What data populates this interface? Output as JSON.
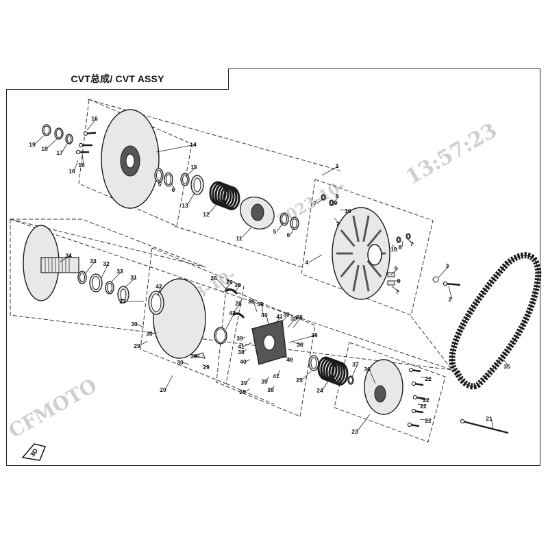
{
  "title": "CVT总成/ CVT ASSY",
  "watermark": {
    "time": "13:57:23",
    "date": "2023-10-",
    "date_right": "2023-10-",
    "brand": "CFMOTO"
  },
  "badge": "3D",
  "callouts": [
    "1",
    "2",
    "3",
    "4",
    "5",
    "5",
    "6",
    "6",
    "7",
    "7",
    "7",
    "7",
    "8",
    "8",
    "8",
    "9",
    "9",
    "10",
    "10",
    "11",
    "12",
    "13",
    "14",
    "15",
    "16",
    "16",
    "16",
    "17",
    "18",
    "19",
    "20",
    "21",
    "22",
    "22",
    "22",
    "22",
    "23",
    "24",
    "25",
    "26",
    "27",
    "28",
    "28",
    "28",
    "29",
    "29",
    "29",
    "30",
    "30",
    "30",
    "30",
    "31",
    "32",
    "33",
    "33",
    "34",
    "35",
    "36",
    "37",
    "38",
    "38",
    "38",
    "38",
    "38",
    "38",
    "39",
    "39",
    "39",
    "39",
    "39",
    "39",
    "40",
    "40",
    "40",
    "41",
    "41",
    "41",
    "42",
    "43"
  ],
  "colors": {
    "line": "#1a1a1a",
    "part_fill": "#e8e8e8",
    "part_dark": "#555555",
    "watermark": "#cfcfcf"
  }
}
